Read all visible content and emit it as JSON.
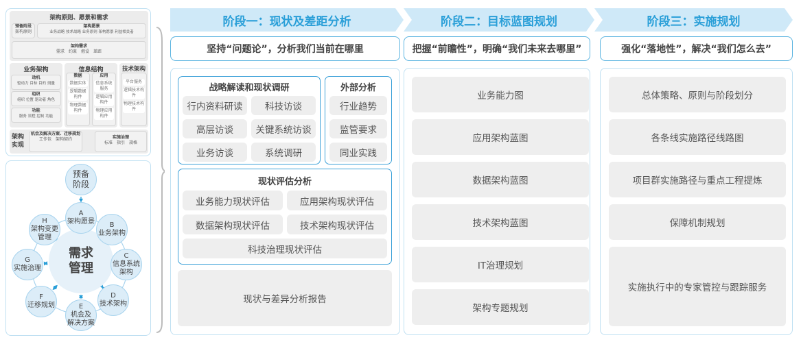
{
  "left_top": {
    "title": "架构原则、愿景和需求",
    "prep": {
      "title": "预备阶段",
      "items": "架构原则"
    },
    "vision": {
      "title": "架构愿景",
      "items": "业务战略 技术战略 业务原则 架构愿景 利益相关者"
    },
    "req": {
      "title": "架构需求",
      "items": "需求　约束　假设　差距"
    },
    "biz": {
      "title": "业务架构",
      "groups": [
        {
          "title": "动机",
          "items": "驱动力 目标 目的 测量"
        },
        {
          "title": "组织",
          "items": "组织 位置 驱动者 角色"
        },
        {
          "title": "功能",
          "items": "服务 流程 控制 功能"
        }
      ]
    },
    "info": {
      "title": "信息结构",
      "data": {
        "title": "数据",
        "items": [
          "数据实体",
          "逻辑数据构件",
          "物理数据构件"
        ]
      },
      "app": {
        "title": "应用",
        "items": [
          "信息系统服务",
          "逻辑应用构件",
          "物理应用构件"
        ]
      }
    },
    "tech": {
      "title": "技术架构",
      "items": [
        "平台服务",
        "逻辑技术构件",
        "物理技术构件"
      ]
    },
    "impl": {
      "title": "架构实现",
      "opp": {
        "title": "机会及解决方案、迁移规划",
        "items": "工作包　架构契约"
      },
      "gov": {
        "title": "实施治理",
        "items": "标准　指引　规格"
      }
    }
  },
  "cycle": {
    "center": [
      "需求",
      "管理"
    ],
    "prep": [
      "预备",
      "阶段"
    ],
    "nodes": [
      {
        "letter": "A",
        "lines": [
          "架构愿景"
        ]
      },
      {
        "letter": "B",
        "lines": [
          "业务架构"
        ]
      },
      {
        "letter": "C",
        "lines": [
          "信息系统",
          "架构"
        ]
      },
      {
        "letter": "D",
        "lines": [
          "技术架构"
        ]
      },
      {
        "letter": "E",
        "lines": [
          "机会及",
          "解决方案"
        ]
      },
      {
        "letter": "F",
        "lines": [
          "迁移规划"
        ]
      },
      {
        "letter": "G",
        "lines": [
          "实施治理"
        ]
      },
      {
        "letter": "H",
        "lines": [
          "架构变更",
          "管理"
        ]
      }
    ]
  },
  "colors": {
    "accent": "#2a9fd8",
    "stage_bg": "#cfe9f8",
    "border": "#3aa0d8",
    "item_bg": "#eeeeee"
  },
  "stages": [
    {
      "title": "阶段一：现状及差距分析",
      "subtitle": "坚持“问题论”，分析我们当前在哪里"
    },
    {
      "title": "阶段二：目标蓝图规划",
      "subtitle": "把握“前瞻性”，明确“我们未来去哪里”"
    },
    {
      "title": "阶段三：实施规划",
      "subtitle": "强化“落地性”，解决“我们怎么去”"
    }
  ],
  "stage1": {
    "research": {
      "title": "战略解读和现状调研",
      "items": [
        "行内资料研读",
        "科技访谈",
        "高层访谈",
        "关键系统访谈",
        "业务访谈",
        "系统调研"
      ]
    },
    "external": {
      "title": "外部分析",
      "items": [
        "行业趋势",
        "监管要求",
        "同业实践"
      ]
    },
    "assess": {
      "title": "现状评估分析",
      "items": [
        "业务能力现状评估",
        "应用架构现状评估",
        "数据架构现状评估",
        "技术架构现状评估",
        "科技治理现状评估"
      ]
    },
    "report": "现状与差异分析报告"
  },
  "stage2": {
    "items": [
      "业务能力图",
      "应用架构蓝图",
      "数据架构蓝图",
      "技术架构蓝图",
      "IT治理规划",
      "架构专题规划"
    ]
  },
  "stage3": {
    "items": [
      "总体策略、原则与阶段划分",
      "各条线实施路径线路图",
      "项目群实施路径与重点工程提炼",
      "保障机制规划",
      "实施执行中的专家管控与跟踪服务"
    ]
  }
}
